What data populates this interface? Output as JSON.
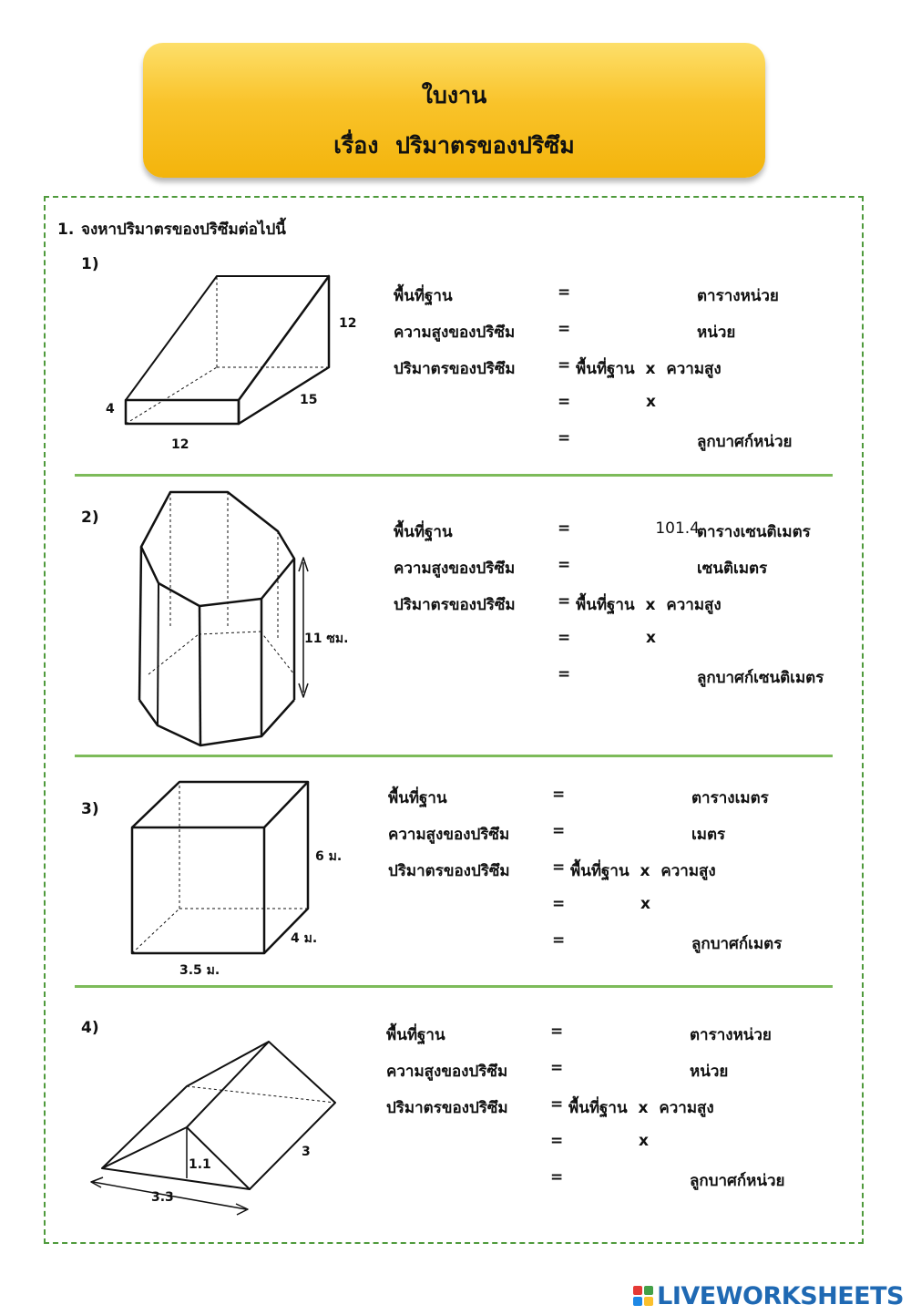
{
  "header": {
    "title": "ใบงาน",
    "subtitle": "เรื่อง  ปริมาตรของปริซึม"
  },
  "instruction": {
    "number": "1.",
    "text": "จงหาปริมาตรของปริซึมต่อไปนี้"
  },
  "labels": {
    "base_area": "พื้นที่ฐาน",
    "prism_height": "ความสูงของปริซึม",
    "prism_volume": "ปริมาตรของปริซึม",
    "equals": "=",
    "times": "x",
    "formula": "พื้นที่ฐาน  x  ความสูง"
  },
  "problems": [
    {
      "number": "1)",
      "base_area_value": "",
      "base_area_unit": "ตารางหน่วย",
      "height_unit": "หน่วย",
      "volume_unit": "ลูกบาศก์หน่วย",
      "dims": {
        "height": "12",
        "depth": "15",
        "thickness": "4",
        "width": "12"
      }
    },
    {
      "number": "2)",
      "base_area_value": "101.4",
      "base_area_unit": "ตารางเซนติเมตร",
      "height_unit": "เซนติเมตร",
      "volume_unit": "ลูกบาศก์เซนติเมตร",
      "dims": {
        "height": "11  ซม."
      }
    },
    {
      "number": "3)",
      "base_area_value": "",
      "base_area_unit": "ตารางเมตร",
      "height_unit": "เมตร",
      "volume_unit": "ลูกบาศก์เมตร",
      "dims": {
        "height": "6  ม.",
        "depth": "4  ม.",
        "width": "3.5  ม."
      }
    },
    {
      "number": "4)",
      "base_area_value": "",
      "base_area_unit": "ตารางหน่วย",
      "height_unit": "หน่วย",
      "volume_unit": "ลูกบาศก์หน่วย",
      "dims": {
        "tri_height": "1.1",
        "length": "3",
        "base": "3.3"
      }
    }
  ],
  "footer": {
    "brand": "LIVEWORKSHEETS",
    "colors": [
      "#e53935",
      "#43a047",
      "#1e88e5",
      "#fbc02d"
    ]
  }
}
